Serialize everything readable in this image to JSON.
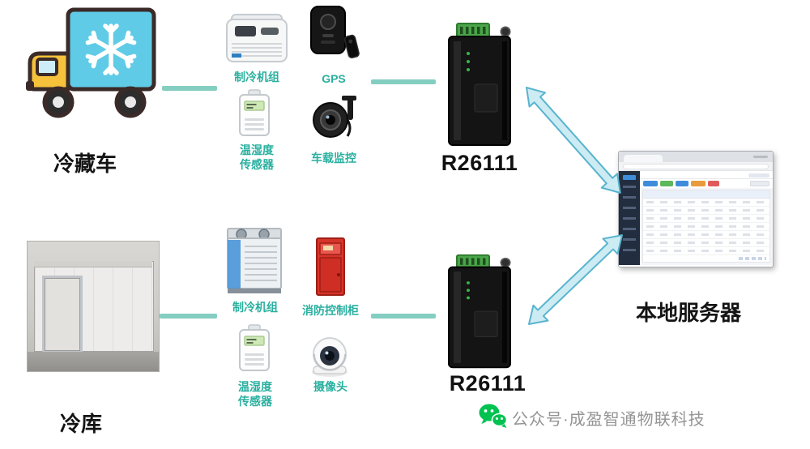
{
  "labels": {
    "truck": "冷藏车",
    "cold_storage": "冷库",
    "server": "本地服务器",
    "router_top": "R26111",
    "router_bottom": "R26111"
  },
  "devices": {
    "truck_group": [
      {
        "name": "refrigeration-unit",
        "label": "制冷机组"
      },
      {
        "name": "gps-device",
        "label": "GPS"
      },
      {
        "name": "temp-humidity-sensor",
        "label": "温湿度\n传感器"
      },
      {
        "name": "vehicle-camera",
        "label": "车载监控"
      }
    ],
    "storage_group": [
      {
        "name": "refrigeration-unit",
        "label": "制冷机组"
      },
      {
        "name": "fire-control-cabinet",
        "label": "消防控制柜"
      },
      {
        "name": "temp-humidity-sensor",
        "label": "温湿度\n传感器"
      },
      {
        "name": "dome-camera",
        "label": "摄像头"
      }
    ]
  },
  "footer": {
    "account_text": "公众号·成盈智通物联科技"
  },
  "icons": [
    "refrigerated-truck-icon",
    "refrigeration-unit-icon",
    "gps-device-icon",
    "temp-humidity-sensor-icon",
    "vehicle-camera-icon",
    "industrial-router-icon",
    "server-dashboard-screenshot",
    "cold-storage-room-photo",
    "fire-control-cabinet-icon",
    "dome-camera-icon",
    "wechat-icon"
  ],
  "colors": {
    "connector_teal": "#83cec1",
    "device_label_teal": "#2ab0a0",
    "arrow_fill": "#cdebf3",
    "arrow_stroke": "#58b4ce",
    "wechat_green": "#00c250",
    "router_terminal_green": "#4aa449",
    "fire_cabinet_red": "#d6352b"
  }
}
